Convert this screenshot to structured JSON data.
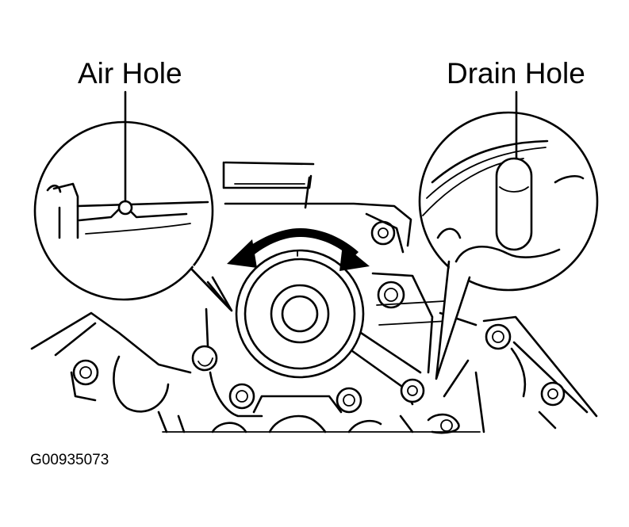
{
  "callouts": {
    "left": "Air Hole",
    "right": "Drain Hole"
  },
  "figure_id": "G00935073"
}
